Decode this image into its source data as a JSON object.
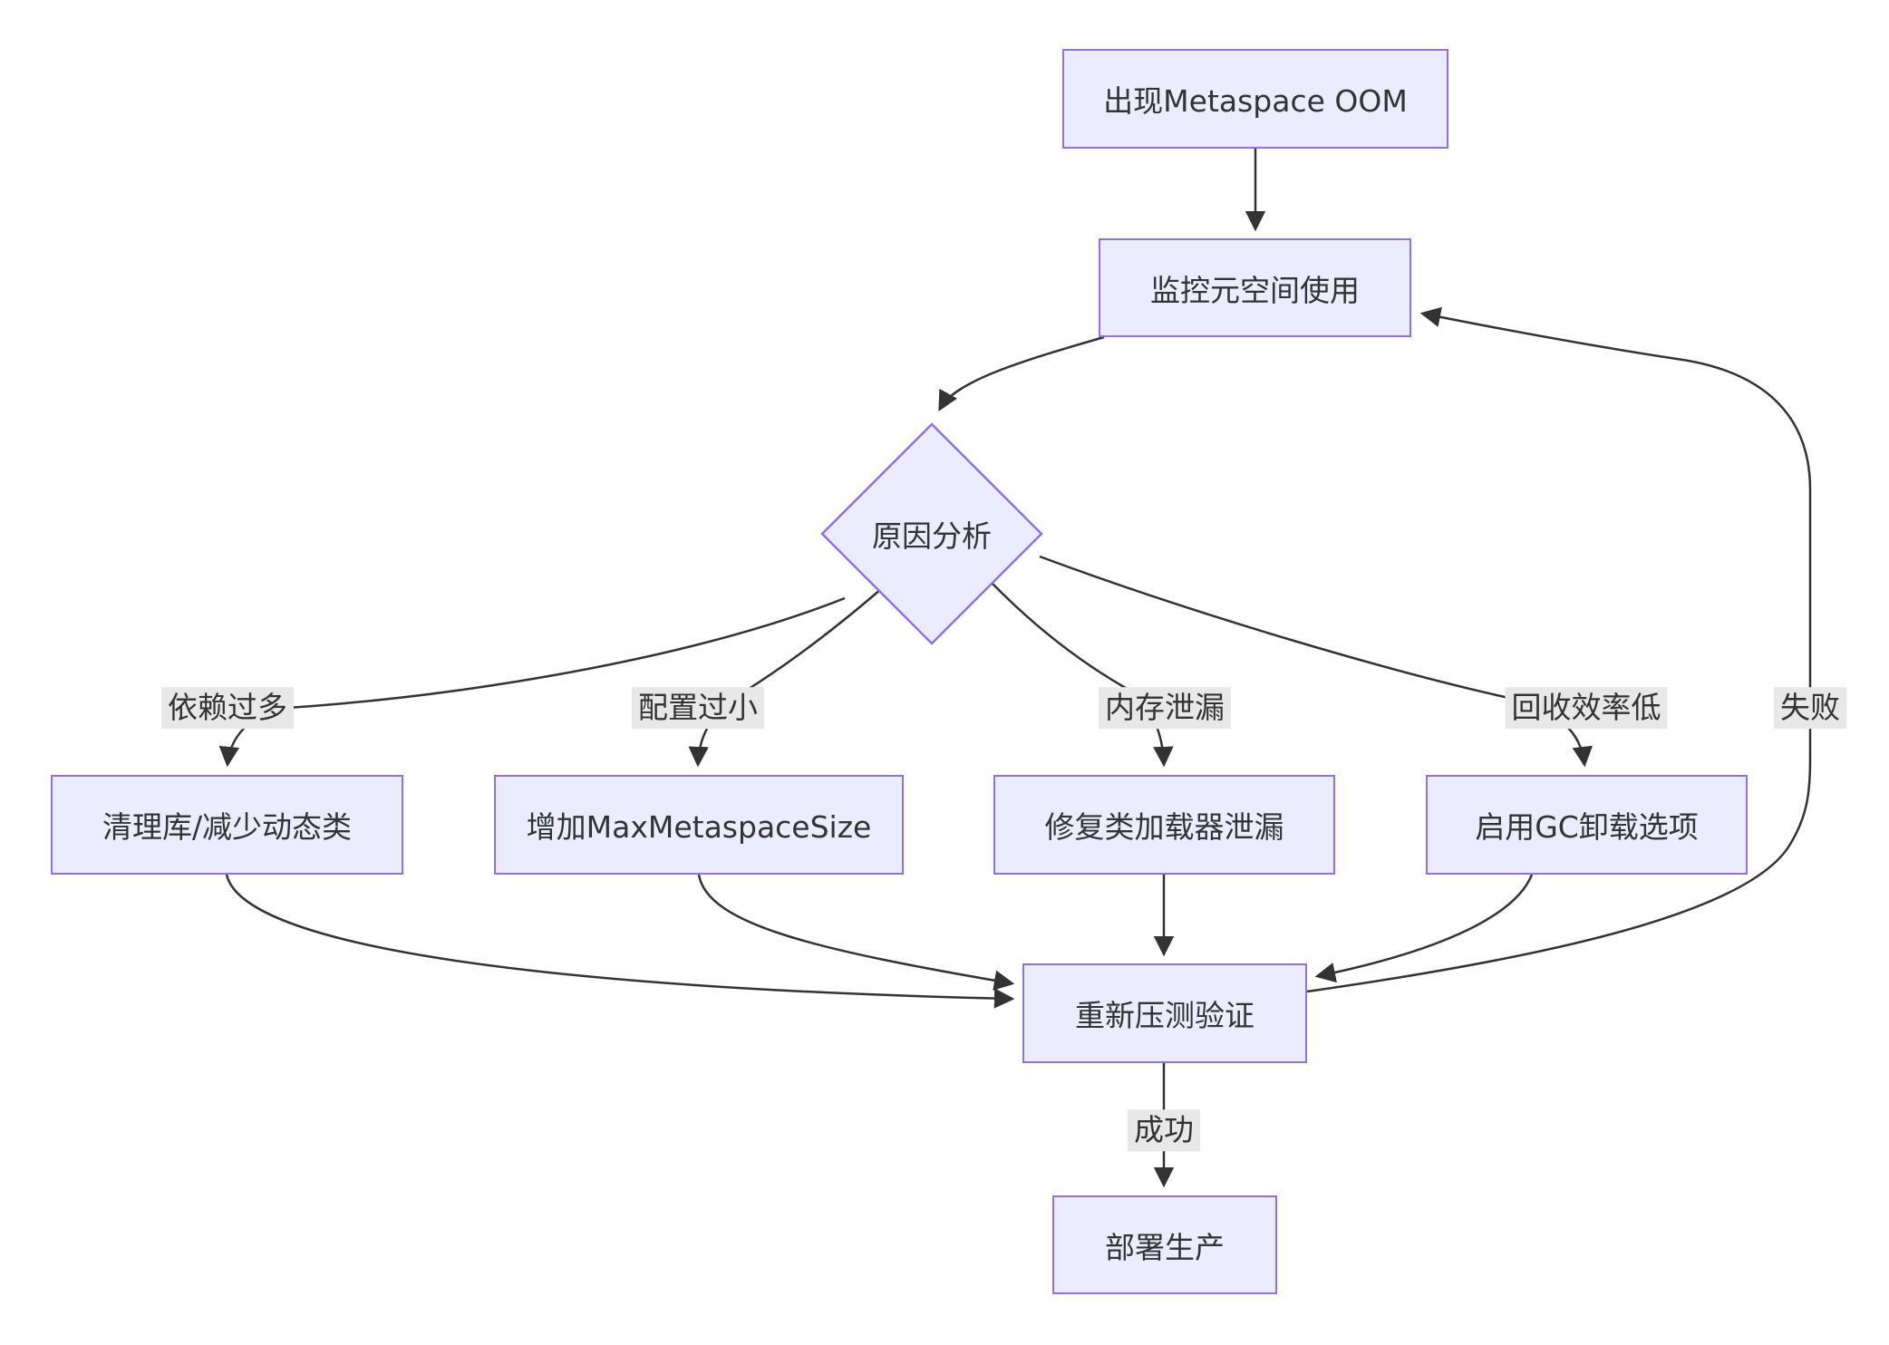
{
  "diagram": {
    "type": "flowchart",
    "nodes": {
      "oom": {
        "label": "出现Metaspace OOM",
        "shape": "rect"
      },
      "monitor": {
        "label": "监控元空间使用",
        "shape": "rect"
      },
      "analysis": {
        "label": "原因分析",
        "shape": "diamond"
      },
      "clean": {
        "label": "清理库/减少动态类",
        "shape": "rect"
      },
      "increase": {
        "label": "增加MaxMetaspaceSize",
        "shape": "rect"
      },
      "fix": {
        "label": "修复类加载器泄漏",
        "shape": "rect"
      },
      "gc": {
        "label": "启用GC卸载选项",
        "shape": "rect"
      },
      "retest": {
        "label": "重新压测验证",
        "shape": "rect"
      },
      "deploy": {
        "label": "部署生产",
        "shape": "rect"
      }
    },
    "edge_labels": {
      "deps": "依赖过多",
      "config": "配置过小",
      "leak": "内存泄漏",
      "recycle": "回收效率低",
      "fail": "失败",
      "success": "成功"
    },
    "edges": [
      {
        "from": "oom",
        "to": "monitor",
        "label": ""
      },
      {
        "from": "monitor",
        "to": "analysis",
        "label": ""
      },
      {
        "from": "analysis",
        "to": "clean",
        "label": "依赖过多"
      },
      {
        "from": "analysis",
        "to": "increase",
        "label": "配置过小"
      },
      {
        "from": "analysis",
        "to": "fix",
        "label": "内存泄漏"
      },
      {
        "from": "analysis",
        "to": "gc",
        "label": "回收效率低"
      },
      {
        "from": "clean",
        "to": "retest",
        "label": ""
      },
      {
        "from": "increase",
        "to": "retest",
        "label": ""
      },
      {
        "from": "fix",
        "to": "retest",
        "label": ""
      },
      {
        "from": "gc",
        "to": "retest",
        "label": ""
      },
      {
        "from": "retest",
        "to": "deploy",
        "label": "成功"
      },
      {
        "from": "retest",
        "to": "monitor",
        "label": "失败"
      }
    ],
    "colors": {
      "node_fill": "#ECECFF",
      "node_border": "#9370DB",
      "edge_stroke": "#333333",
      "text": "#333333",
      "edge_label_bg": "#e8e8e8",
      "background": "#ffffff"
    }
  }
}
